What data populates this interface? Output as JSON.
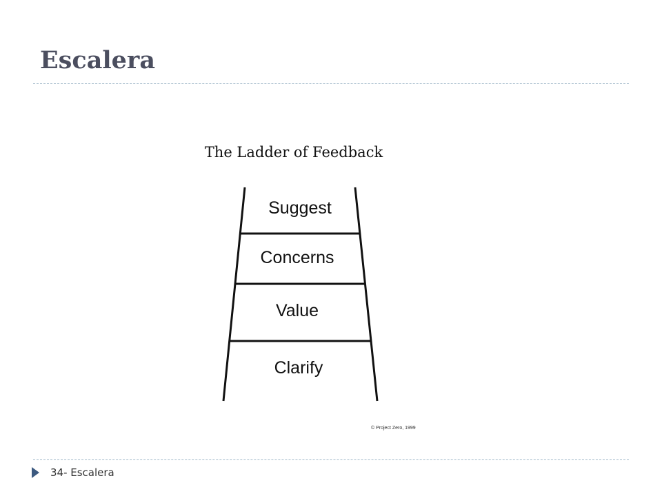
{
  "slide": {
    "title": "Escalera",
    "footer_text": "34- Escalera"
  },
  "diagram": {
    "title": "The Ladder of Feedback",
    "rungs": [
      "Suggest",
      "Concerns",
      "Value",
      "Clarify"
    ],
    "copyright": "© Project Zero, 1999"
  },
  "colors": {
    "title": "#4b4e5f",
    "divider": "#9fb7c8",
    "bullet": "#3d5a80",
    "ink": "#111111"
  },
  "icons": {
    "footer_bullet": "triangle-bullet-icon"
  }
}
